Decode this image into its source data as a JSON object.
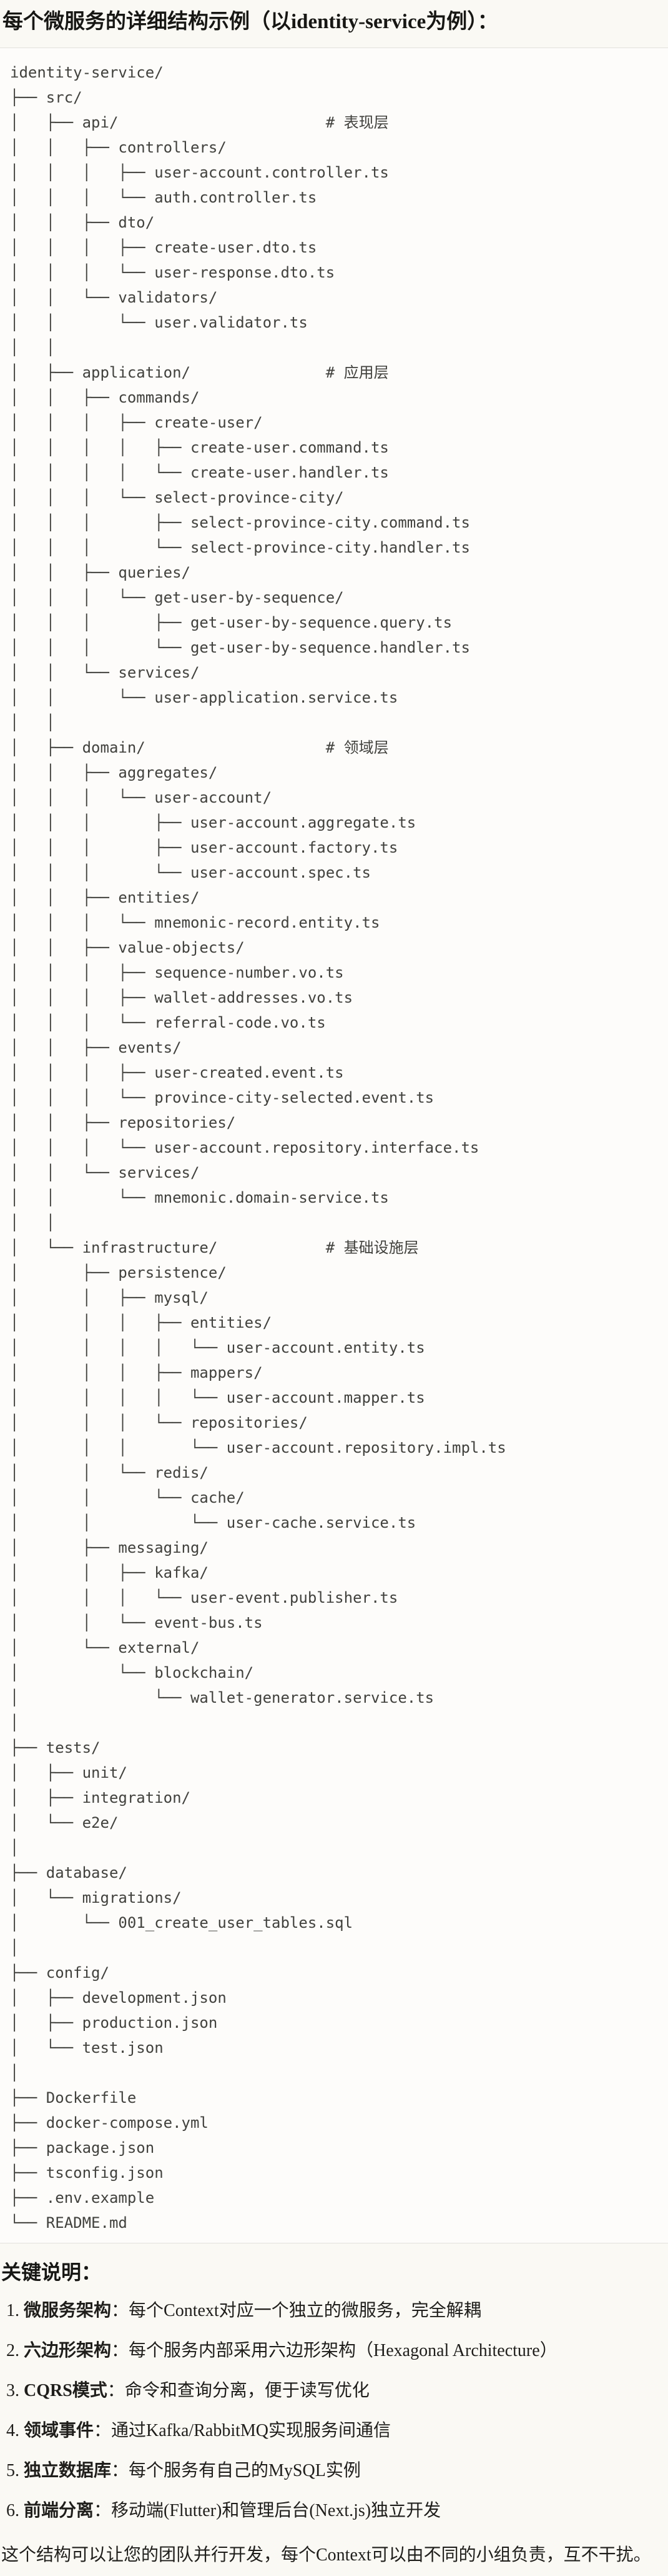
{
  "title": "每个微服务的详细结构示例（以identity-service为例）：",
  "code_block": {
    "tree_lines": [
      "identity-service/",
      "├── src/",
      "│   ├── api/                       # 表现层",
      "│   │   ├── controllers/",
      "│   │   │   ├── user-account.controller.ts",
      "│   │   │   └── auth.controller.ts",
      "│   │   ├── dto/",
      "│   │   │   ├── create-user.dto.ts",
      "│   │   │   └── user-response.dto.ts",
      "│   │   └── validators/",
      "│   │       └── user.validator.ts",
      "│   │",
      "│   ├── application/               # 应用层",
      "│   │   ├── commands/",
      "│   │   │   ├── create-user/",
      "│   │   │   │   ├── create-user.command.ts",
      "│   │   │   │   └── create-user.handler.ts",
      "│   │   │   └── select-province-city/",
      "│   │   │       ├── select-province-city.command.ts",
      "│   │   │       └── select-province-city.handler.ts",
      "│   │   ├── queries/",
      "│   │   │   └── get-user-by-sequence/",
      "│   │   │       ├── get-user-by-sequence.query.ts",
      "│   │   │       └── get-user-by-sequence.handler.ts",
      "│   │   └── services/",
      "│   │       └── user-application.service.ts",
      "│   │",
      "│   ├── domain/                    # 领域层",
      "│   │   ├── aggregates/",
      "│   │   │   └── user-account/",
      "│   │   │       ├── user-account.aggregate.ts",
      "│   │   │       ├── user-account.factory.ts",
      "│   │   │       └── user-account.spec.ts",
      "│   │   ├── entities/",
      "│   │   │   └── mnemonic-record.entity.ts",
      "│   │   ├── value-objects/",
      "│   │   │   ├── sequence-number.vo.ts",
      "│   │   │   ├── wallet-addresses.vo.ts",
      "│   │   │   └── referral-code.vo.ts",
      "│   │   ├── events/",
      "│   │   │   ├── user-created.event.ts",
      "│   │   │   └── province-city-selected.event.ts",
      "│   │   ├── repositories/",
      "│   │   │   └── user-account.repository.interface.ts",
      "│   │   └── services/",
      "│   │       └── mnemonic.domain-service.ts",
      "│   │",
      "│   └── infrastructure/            # 基础设施层",
      "│       ├── persistence/",
      "│       │   ├── mysql/",
      "│       │   │   ├── entities/",
      "│       │   │   │   └── user-account.entity.ts",
      "│       │   │   ├── mappers/",
      "│       │   │   │   └── user-account.mapper.ts",
      "│       │   │   └── repositories/",
      "│       │   │       └── user-account.repository.impl.ts",
      "│       │   └── redis/",
      "│       │       └── cache/",
      "│       │           └── user-cache.service.ts",
      "│       ├── messaging/",
      "│       │   ├── kafka/",
      "│       │   │   └── user-event.publisher.ts",
      "│       │   └── event-bus.ts",
      "│       └── external/",
      "│           └── blockchain/",
      "│               └── wallet-generator.service.ts",
      "│",
      "├── tests/",
      "│   ├── unit/",
      "│   ├── integration/",
      "│   └── e2e/",
      "│",
      "├── database/",
      "│   └── migrations/",
      "│       └── 001_create_user_tables.sql",
      "│",
      "├── config/",
      "│   ├── development.json",
      "│   ├── production.json",
      "│   └── test.json",
      "│",
      "├── Dockerfile",
      "├── docker-compose.yml",
      "├── package.json",
      "├── tsconfig.json",
      "├── .env.example",
      "└── README.md"
    ]
  },
  "notes": {
    "heading": "关键说明：",
    "items": [
      {
        "num": "1.",
        "term": "微服务架构",
        "colon": "：",
        "text": "每个Context对应一个独立的微服务，完全解耦"
      },
      {
        "num": "2.",
        "term": "六边形架构",
        "colon": "：",
        "text": "每个服务内部采用六边形架构（Hexagonal Architecture）"
      },
      {
        "num": "3.",
        "term": "CQRS模式",
        "colon": "：",
        "text": "命令和查询分离，便于读写优化"
      },
      {
        "num": "4.",
        "term": "领域事件",
        "colon": "：",
        "text": "通过Kafka/RabbitMQ实现服务间通信"
      },
      {
        "num": "5.",
        "term": "独立数据库",
        "colon": "：",
        "text": "每个服务有自己的MySQL实例"
      },
      {
        "num": "6.",
        "term": "前端分离",
        "colon": "：",
        "text": "移动端(Flutter)和管理后台(Next.js)独立开发"
      }
    ],
    "footer": "这个结构可以让您的团队并行开发，每个Context可以由不同的小组负责，互不干扰。"
  },
  "colors": {
    "page_bg": "#faf9f4",
    "code_bg": "#fdfcfa",
    "border": "#e2e1dd",
    "text": "#1f1e1b",
    "tree_text": "#41413d"
  }
}
